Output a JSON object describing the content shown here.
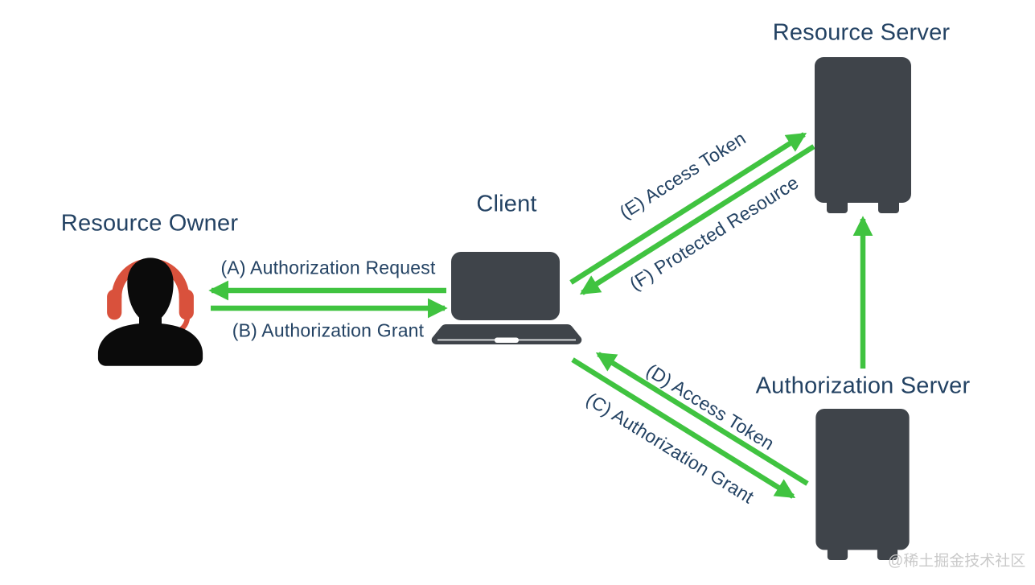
{
  "diagram": {
    "entities": {
      "resource_owner": {
        "label": "Resource Owner"
      },
      "client": {
        "label": "Client"
      },
      "resource_server": {
        "label": "Resource Server"
      },
      "authorization_server": {
        "label": "Authorization Server"
      }
    },
    "flows": {
      "a": {
        "label": "(A) Authorization Request",
        "from": "Client",
        "to": "Resource Owner"
      },
      "b": {
        "label": "(B) Authorization Grant",
        "from": "Resource Owner",
        "to": "Client"
      },
      "c": {
        "label": "(C) Authorization Grant",
        "from": "Client",
        "to": "Authorization Server"
      },
      "d": {
        "label": "(D) Access Token",
        "from": "Authorization Server",
        "to": "Client"
      },
      "e": {
        "label": "(E) Access Token",
        "from": "Client",
        "to": "Resource Server"
      },
      "f": {
        "label": "(F) Protected Resource",
        "from": "Resource Server",
        "to": "Client"
      },
      "server_link": {
        "from": "Authorization Server",
        "to": "Resource Server"
      }
    },
    "watermark": "@稀土掘金技术社区",
    "colors": {
      "arrow": "#40c340",
      "text": "#234263",
      "device": "#3f444a",
      "headset": "#d9513c",
      "watermark": "#c9c9c9"
    }
  }
}
